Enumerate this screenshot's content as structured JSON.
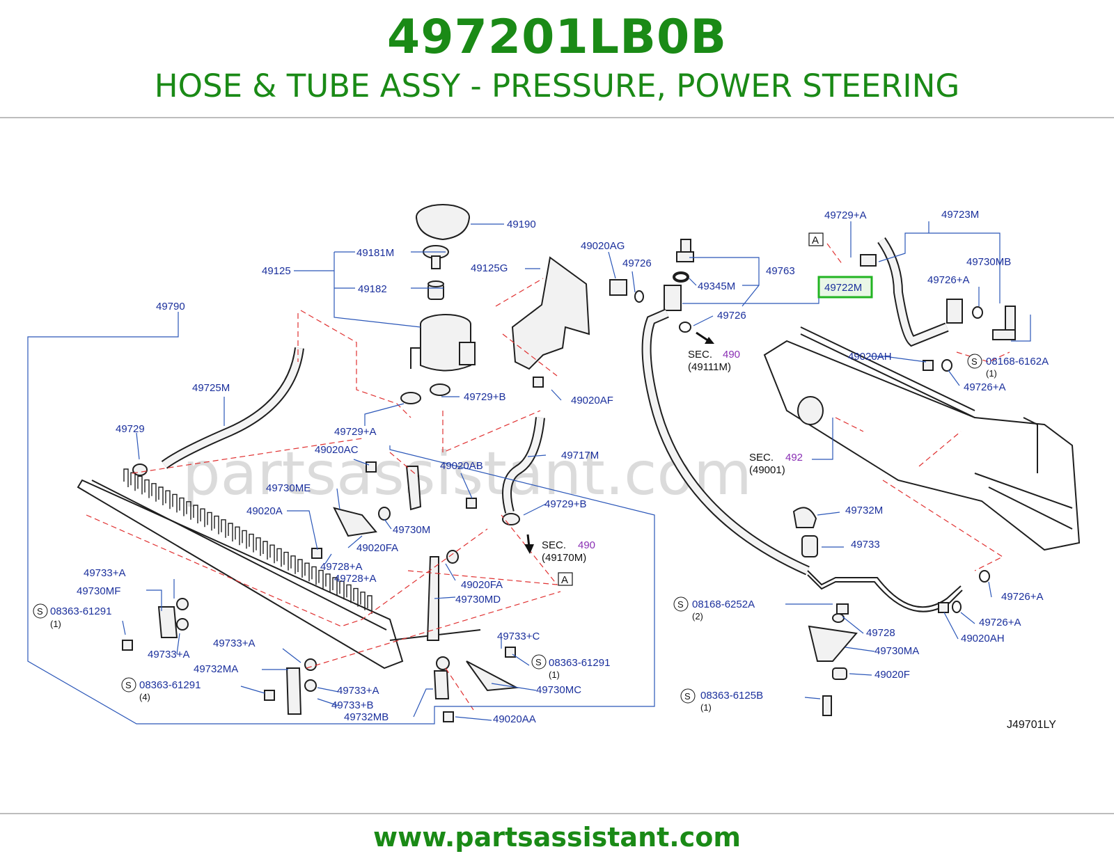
{
  "header": {
    "part_number": "497201LB0B",
    "part_name": "HOSE & TUBE ASSY - PRESSURE, POWER STEERING"
  },
  "watermark": "partsassistant.com",
  "footer": {
    "url": "www.partsassistant.com"
  },
  "highlight_color": "#22b422",
  "brand_color": "#1a8a16",
  "diagram_code": "J49701LY",
  "labels": {
    "l49190": "49190",
    "l49181M": "49181M",
    "l49125": "49125",
    "l49182": "49182",
    "l49125G": "49125G",
    "l49790": "49790",
    "l49725M": "49725M",
    "l49729": "49729",
    "l49729B1": "49729+B",
    "l49020AF": "49020AF",
    "l49729A1": "49729+A",
    "l49020AC": "49020AC",
    "l49020AB": "49020AB",
    "l49717M": "49717M",
    "l49730ME": "49730ME",
    "l49020A": "49020A",
    "l49730M": "49730M",
    "l49729B2": "49729+B",
    "l49020FA1": "49020FA",
    "l49728A1": "49728+A",
    "l49728A2": "49728+A",
    "l49020FA2": "49020FA",
    "l49730MD": "49730MD",
    "l49733A1": "49733+A",
    "l49730MF": "49730MF",
    "l08363a": "08363-61291",
    "l49733A2": "49733+A",
    "l49733A3": "49733+A",
    "l49733C": "49733+C",
    "l08363b": "08363-61291",
    "l49732MA": "49732MA",
    "l08363c": "08363-61291",
    "l49733A4": "49733+A",
    "l49733B": "49733+B",
    "l49730MC": "49730MC",
    "l49732MB": "49732MB",
    "l49020AA": "49020AA",
    "l49020AG": "49020AG",
    "l49726a": "49726",
    "l49345M": "49345M",
    "l49763": "49763",
    "l49722M": "49722M",
    "l49726b": "49726",
    "l49729A2": "49729+A",
    "l49723M": "49723M",
    "l49730MB": "49730MB",
    "l49726A1": "49726+A",
    "l49020AH1": "49020AH",
    "l08168a": "08168-6162A",
    "l49726A2": "49726+A",
    "l49732M": "49732M",
    "l49733": "49733",
    "l49726A3": "49726+A",
    "l08168b": "08168-6252A",
    "l49726A4": "49726+A",
    "l49728": "49728",
    "l49020AH2": "49020AH",
    "l49730MA": "49730MA",
    "l49020F": "49020F",
    "l08363d": "08363-6125B"
  },
  "qty": {
    "q1a": "(1)",
    "q1b": "(1)",
    "q4": "(4)",
    "q1c": "(1)",
    "q2": "(2)",
    "q1d": "(1)"
  },
  "sections": {
    "sec": "SEC.",
    "s490a": "490",
    "r49111M": "(49111M)",
    "s490b": "490",
    "r49170M": "(49170M)",
    "s492": "492",
    "r49001": "(49001)"
  },
  "refs": {
    "s": "S",
    "a": "A"
  }
}
